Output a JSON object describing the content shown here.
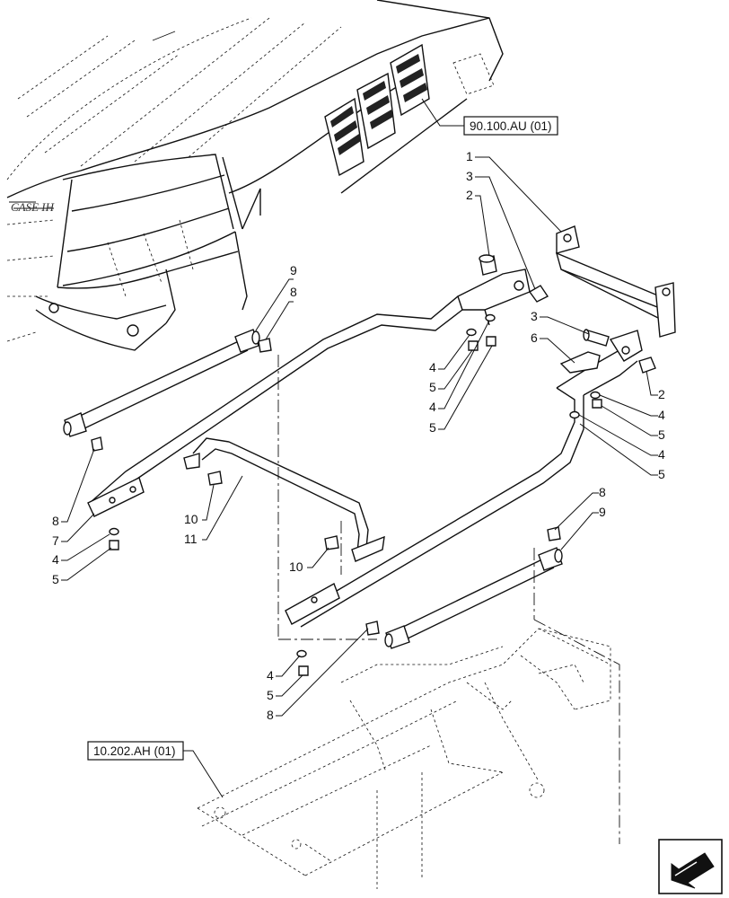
{
  "references": {
    "hood": "90.100.AU (01)",
    "frame": "10.202.AH (01)"
  },
  "callouts": {
    "c1": "1",
    "c2a": "2",
    "c2b": "2",
    "c3a": "3",
    "c3b": "3",
    "c4a": "4",
    "c4b": "4",
    "c4c": "4",
    "c4d": "4",
    "c4e": "4",
    "c4f": "4",
    "c5a": "5",
    "c5b": "5",
    "c5c": "5",
    "c5d": "5",
    "c5e": "5",
    "c5f": "5",
    "c6": "6",
    "c7": "7",
    "c8a": "8",
    "c8b": "8",
    "c8c": "8",
    "c8d": "8",
    "c9a": "9",
    "c9b": "9",
    "c10a": "10",
    "c10b": "10",
    "c11": "11"
  },
  "icons": {
    "nav": "back-arrow-icon"
  },
  "colors": {
    "line": "#111111",
    "background": "#ffffff"
  }
}
